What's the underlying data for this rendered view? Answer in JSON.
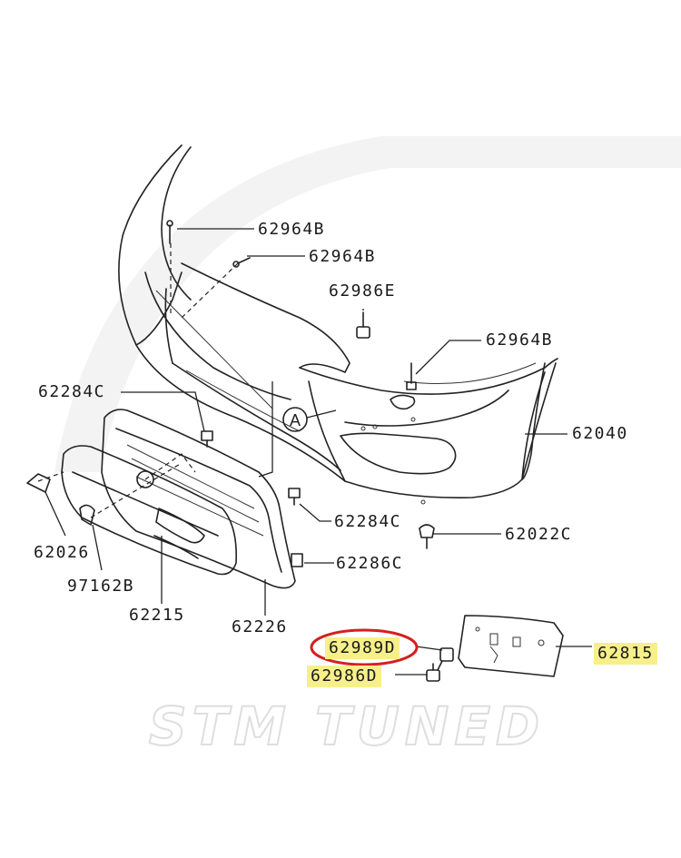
{
  "callout": {
    "letter": "A"
  },
  "labels": [
    {
      "id": "62964b-1",
      "text": "62964B",
      "highlight": false
    },
    {
      "id": "62964b-2",
      "text": "62964B",
      "highlight": false
    },
    {
      "id": "62986e",
      "text": "62986E",
      "highlight": false
    },
    {
      "id": "62964b-3",
      "text": "62964B",
      "highlight": false
    },
    {
      "id": "62284c-1",
      "text": "62284C",
      "highlight": false
    },
    {
      "id": "62040",
      "text": "62040",
      "highlight": false
    },
    {
      "id": "62284c-2",
      "text": "62284C",
      "highlight": false
    },
    {
      "id": "62022c",
      "text": "62022C",
      "highlight": false
    },
    {
      "id": "62026",
      "text": "62026",
      "highlight": false
    },
    {
      "id": "62286c",
      "text": "62286C",
      "highlight": false
    },
    {
      "id": "97162b",
      "text": "97162B",
      "highlight": false
    },
    {
      "id": "62215",
      "text": "62215",
      "highlight": false
    },
    {
      "id": "62226",
      "text": "62226",
      "highlight": false
    },
    {
      "id": "62989d",
      "text": "62989D",
      "highlight": true,
      "circled": true
    },
    {
      "id": "62986d",
      "text": "62986D",
      "highlight": true
    },
    {
      "id": "62815",
      "text": "62815",
      "highlight": true
    }
  ],
  "colors": {
    "highlight": "#f7f08a",
    "circle": "#d42020",
    "line": "#222222",
    "watermark": "#ececec"
  },
  "watermark_logo": "STM TUNED"
}
